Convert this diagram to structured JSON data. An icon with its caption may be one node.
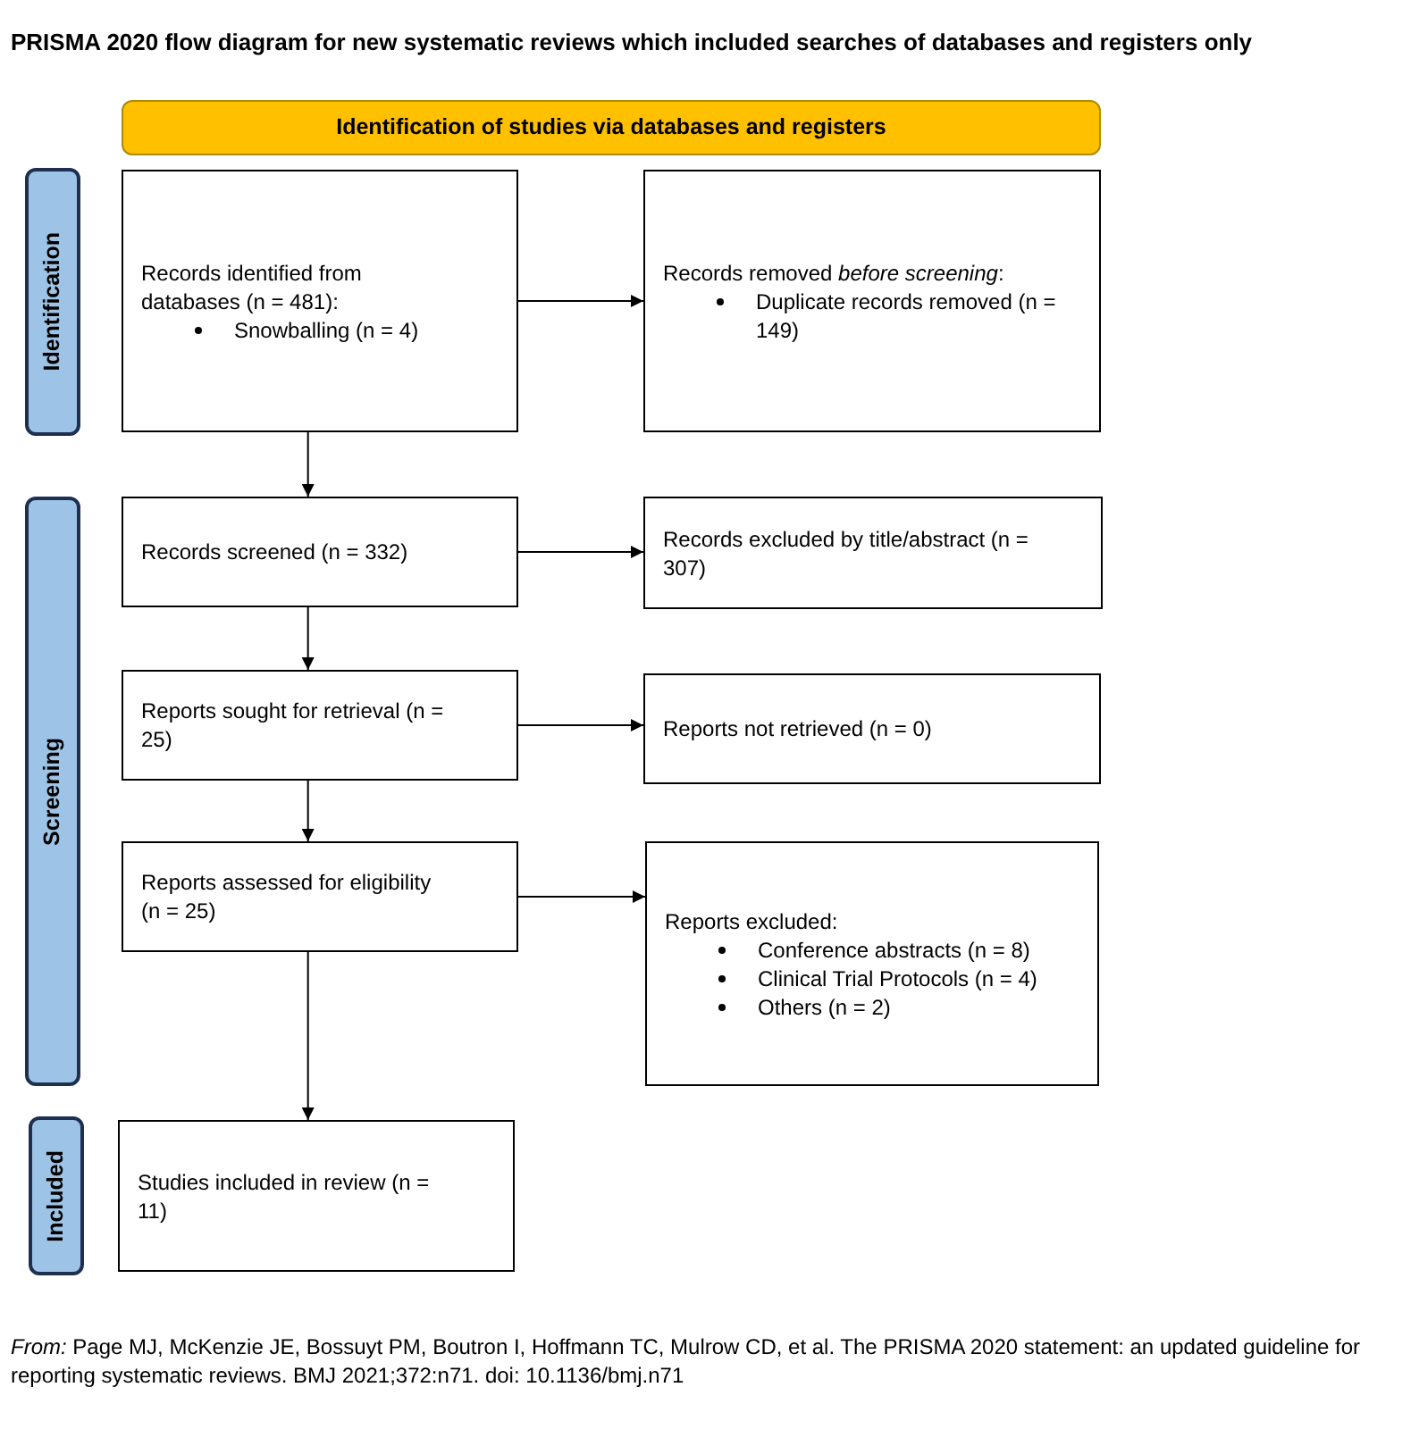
{
  "diagram": {
    "title": "PRISMA 2020 flow diagram for new systematic reviews which included searches of databases and registers only",
    "nodes": [
      {
        "text": [
          "Identification of studies via databases and registers"
        ]
      },
      {
        "text": [
          "Identification"
        ]
      },
      {
        "text": [
          "Screening"
        ]
      },
      {
        "text": [
          "Included"
        ]
      },
      {
        "text": [
          "Records identified from databases (n = 481):",
          "Snowballing (n = 4)"
        ]
      },
      {
        "text": [
          "Records removed *before screening*:",
          "Duplicate records removed (n = 149)"
        ]
      },
      {
        "text": [
          "Records screened (n = 332)"
        ]
      },
      {
        "text": [
          "Records excluded by title/abstract (n = 307)"
        ]
      },
      {
        "text": [
          "Reports sought for retrieval (n = 25)"
        ]
      },
      {
        "text": [
          "Reports not retrieved (n = 0)"
        ]
      },
      {
        "text": [
          "Reports assessed for eligibility (n = 25)"
        ]
      },
      {
        "text": [
          "Reports excluded:",
          "Conference abstracts (n = 8)",
          "Clinical Trial Protocols (n = 4)",
          "Others (n = 2)"
        ]
      },
      {
        "text": [
          "Studies included in review (n = 11)"
        ]
      }
    ],
    "edges": [
      {
        "from": 4,
        "to": 5,
        "arrow": "to"
      },
      {
        "from": 4,
        "to": 6,
        "arrow": "to"
      },
      {
        "from": 6,
        "to": 7,
        "arrow": "to"
      },
      {
        "from": 6,
        "to": 8,
        "arrow": "to"
      },
      {
        "from": 8,
        "to": 9,
        "arrow": "to"
      },
      {
        "from": 8,
        "to": 10,
        "arrow": "to"
      },
      {
        "from": 10,
        "to": 11,
        "arrow": "to"
      },
      {
        "from": 10,
        "to": 12,
        "arrow": "to"
      }
    ],
    "caption": "*From:*  Page MJ, McKenzie JE, Bossuyt PM, Boutron I, Hoffmann TC, Mulrow CD, et al. The PRISMA 2020 statement: an updated guideline for reporting systematic reviews. BMJ 2021;372:n71. doi: 10.1136/bmj.n71"
  }
}
